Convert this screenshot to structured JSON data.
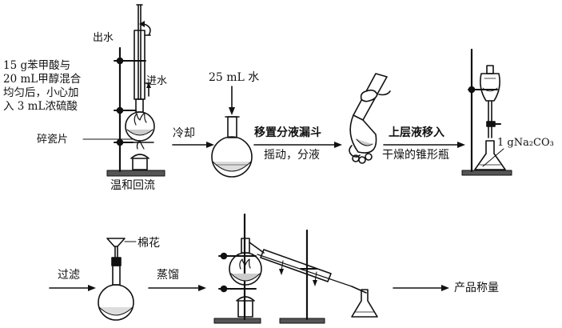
{
  "labels": {
    "outlet_water": "出水",
    "inlet_water": "进水",
    "reagents": [
      "15 g苯甲酸与",
      "20 mL甲醇混合",
      "均匀后，小心加",
      "入 3 mL浓硫酸"
    ],
    "boiling_chips": "碎瓷片",
    "gentle_reflux": "温和回流",
    "add_water": "25 mL 水",
    "cool": "冷却",
    "transfer_funnel": "移置分液漏斗",
    "shake_separate": "摇动，分液",
    "upper_layer": "上层液移入",
    "dry_flask": "干燥的锥形瓶",
    "sodium_carbonate": "1 gNa₂CO₃",
    "cotton": "棉花",
    "filter": "过滤",
    "distill": "蒸馏",
    "weigh_product": "产品称量"
  }
}
